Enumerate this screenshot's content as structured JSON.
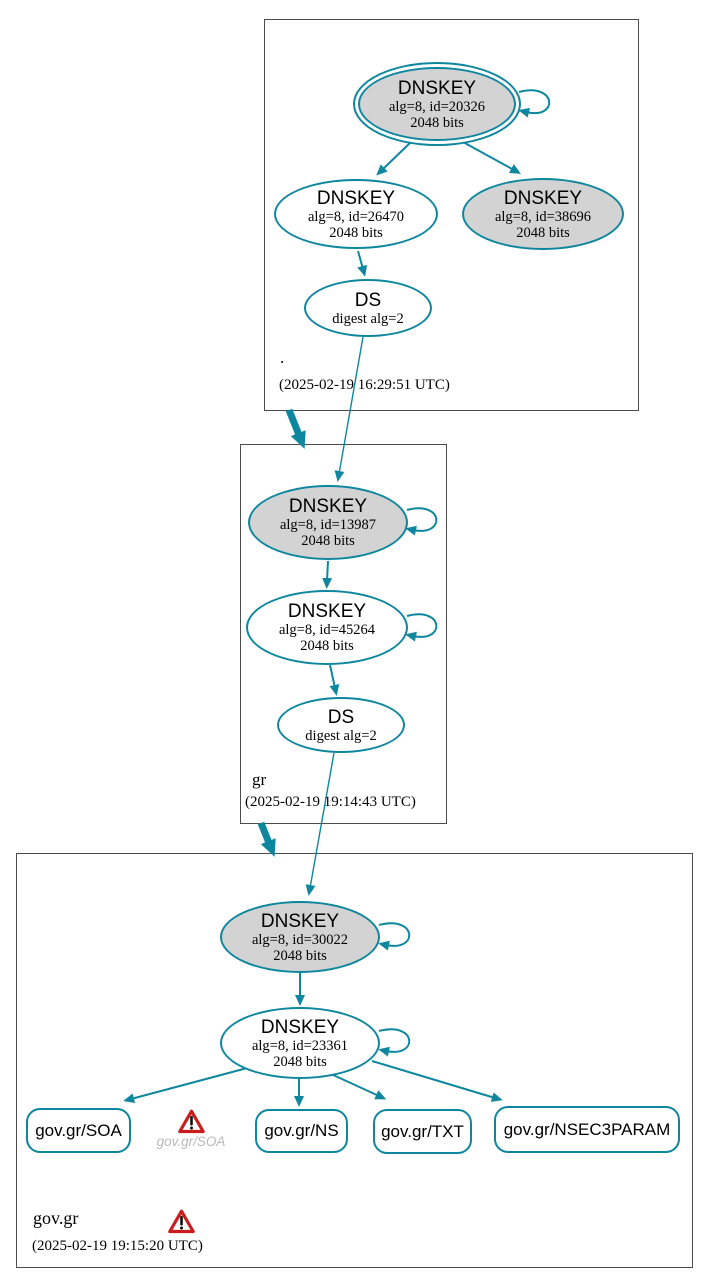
{
  "colors": {
    "accent_teal": "#0e879e",
    "node_fill_gray": "#d3d3d3",
    "warning_red": "#c81e1e",
    "ghost_text_gray": "#b9b9b9",
    "zone_box_border": "#4c4c4c"
  },
  "icons": {
    "warning": "triangle-exclamation"
  },
  "zones": {
    "root": {
      "label": ".",
      "timestamp": "(2025-02-19 16:29:51 UTC)",
      "ksk": {
        "title": "DNSKEY",
        "line1": "alg=8, id=20326",
        "line2": "2048 bits"
      },
      "zsk": {
        "title": "DNSKEY",
        "line1": "alg=8, id=26470",
        "line2": "2048 bits"
      },
      "key2": {
        "title": "DNSKEY",
        "line1": "alg=8, id=38696",
        "line2": "2048 bits"
      },
      "ds": {
        "title": "DS",
        "line1": "digest alg=2"
      }
    },
    "gr": {
      "label": "gr",
      "timestamp": "(2025-02-19 19:14:43 UTC)",
      "ksk": {
        "title": "DNSKEY",
        "line1": "alg=8, id=13987",
        "line2": "2048 bits"
      },
      "zsk": {
        "title": "DNSKEY",
        "line1": "alg=8, id=45264",
        "line2": "2048 bits"
      },
      "ds": {
        "title": "DS",
        "line1": "digest alg=2"
      }
    },
    "govgr": {
      "label": "gov.gr",
      "timestamp": "(2025-02-19 19:15:20 UTC)",
      "ksk": {
        "title": "DNSKEY",
        "line1": "alg=8, id=30022",
        "line2": "2048 bits"
      },
      "zsk": {
        "title": "DNSKEY",
        "line1": "alg=8, id=23361",
        "line2": "2048 bits"
      },
      "rrsets": {
        "soa": "gov.gr/SOA",
        "ns": "gov.gr/NS",
        "txt": "gov.gr/TXT",
        "nsec3param": "gov.gr/NSEC3PARAM"
      },
      "soa_warning_label": "gov.gr/SOA"
    }
  }
}
